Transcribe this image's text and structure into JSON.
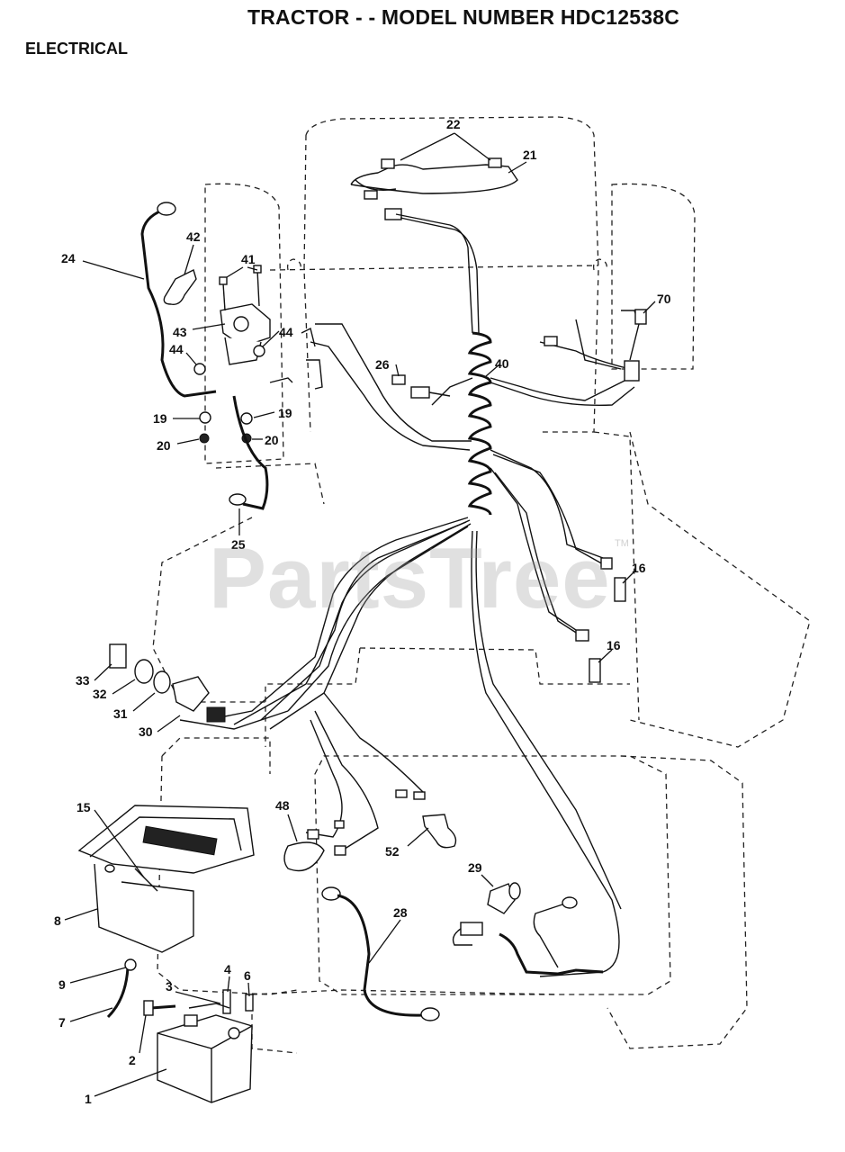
{
  "header": {
    "title": "TRACTOR - - MODEL NUMBER HDC12538C",
    "section": "ELECTRICAL"
  },
  "watermark": {
    "text": "PartsTree",
    "mark": "TM"
  },
  "callouts": [
    {
      "id": "c22",
      "label": "22"
    },
    {
      "id": "c21",
      "label": "21"
    },
    {
      "id": "c24",
      "label": "24"
    },
    {
      "id": "c42",
      "label": "42"
    },
    {
      "id": "c41",
      "label": "41"
    },
    {
      "id": "c43",
      "label": "43"
    },
    {
      "id": "c44a",
      "label": "44"
    },
    {
      "id": "c44b",
      "label": "44"
    },
    {
      "id": "c70",
      "label": "70"
    },
    {
      "id": "c26",
      "label": "26"
    },
    {
      "id": "c40",
      "label": "40"
    },
    {
      "id": "c19a",
      "label": "19"
    },
    {
      "id": "c19b",
      "label": "19"
    },
    {
      "id": "c20a",
      "label": "20"
    },
    {
      "id": "c20b",
      "label": "20"
    },
    {
      "id": "c25",
      "label": "25"
    },
    {
      "id": "c16a",
      "label": "16"
    },
    {
      "id": "c16b",
      "label": "16"
    },
    {
      "id": "c33",
      "label": "33"
    },
    {
      "id": "c32",
      "label": "32"
    },
    {
      "id": "c31",
      "label": "31"
    },
    {
      "id": "c30",
      "label": "30"
    },
    {
      "id": "c15",
      "label": "15"
    },
    {
      "id": "c48",
      "label": "48"
    },
    {
      "id": "c52",
      "label": "52"
    },
    {
      "id": "c29",
      "label": "29"
    },
    {
      "id": "c8",
      "label": "8"
    },
    {
      "id": "c28",
      "label": "28"
    },
    {
      "id": "c9",
      "label": "9"
    },
    {
      "id": "c3",
      "label": "3"
    },
    {
      "id": "c4",
      "label": "4"
    },
    {
      "id": "c6",
      "label": "6"
    },
    {
      "id": "c7",
      "label": "7"
    },
    {
      "id": "c2",
      "label": "2"
    },
    {
      "id": "c1",
      "label": "1"
    }
  ]
}
